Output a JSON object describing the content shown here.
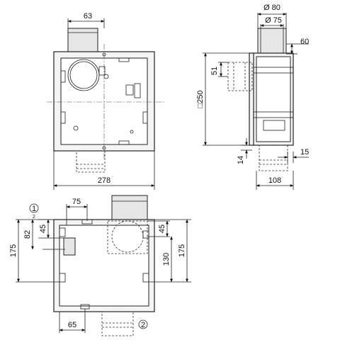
{
  "views": {
    "front": {
      "dim_top_offset": "63",
      "dim_width": "278"
    },
    "side": {
      "dim_outer_diameter": "Ø 80",
      "dim_inner_diameter": "Ø 75",
      "dim_spigot_length": "60",
      "dim_pipe_offset": "51",
      "dim_square": "□250",
      "dim_bottom_offset": "14",
      "dim_flange": "15",
      "dim_depth": "108"
    },
    "plan": {
      "marker_1": "①",
      "marker_1_sub": "2",
      "marker_2": "②",
      "dim_top_width": "75",
      "dim_left_82": "82",
      "dim_left_45": "45",
      "dim_left_175": "175",
      "dim_right_45": "45",
      "dim_right_130": "130",
      "dim_right_175": "175",
      "dim_bottom_65": "65"
    }
  }
}
